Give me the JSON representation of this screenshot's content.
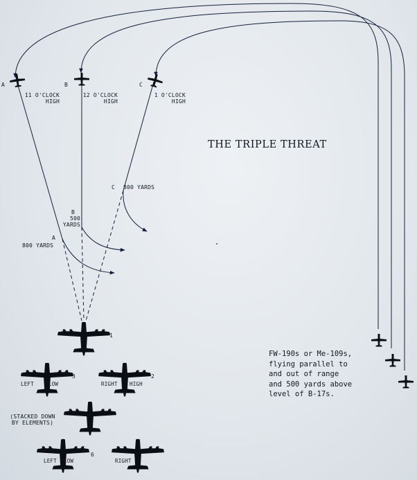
{
  "title": "THE TRIPLE THREAT",
  "attackers": [
    {
      "letter": "A",
      "position": "11 O'CLOCK",
      "elevation": "HIGH"
    },
    {
      "letter": "B",
      "position": "12 O'CLOCK",
      "elevation": "HIGH"
    },
    {
      "letter": "C",
      "position": "1 O'CLOCK",
      "elevation": "HIGH"
    }
  ],
  "breakoff": [
    {
      "letter": "A",
      "range": "800 YARDS"
    },
    {
      "letter": "B",
      "range_lines": [
        "500",
        "YARDS"
      ]
    },
    {
      "letter": "C",
      "range": "800 YARDS"
    }
  ],
  "formation": {
    "lead": {
      "number": "1"
    },
    "left_low": {
      "number": "3",
      "left": "LEFT",
      "right": "LOW"
    },
    "right_high": {
      "number": "2",
      "left": "RIGHT",
      "right": "HIGH"
    },
    "stacked_note": [
      "(STACKED DOWN",
      "BY ELEMENTS)"
    ],
    "rear_left_low": {
      "number": "6",
      "left": "LEFT",
      "right": "LOW"
    },
    "rear_right": {
      "label": "RIGHT"
    }
  },
  "caption_lines": [
    "FW-190s or Me-109s,",
    "flying parallel to",
    "and out of range",
    "and 500 yards above",
    "level of B-17s."
  ],
  "colors": {
    "line": "#14203a",
    "plane": "#0b0f14",
    "text": "#101820",
    "background": "#e4e9ee"
  }
}
